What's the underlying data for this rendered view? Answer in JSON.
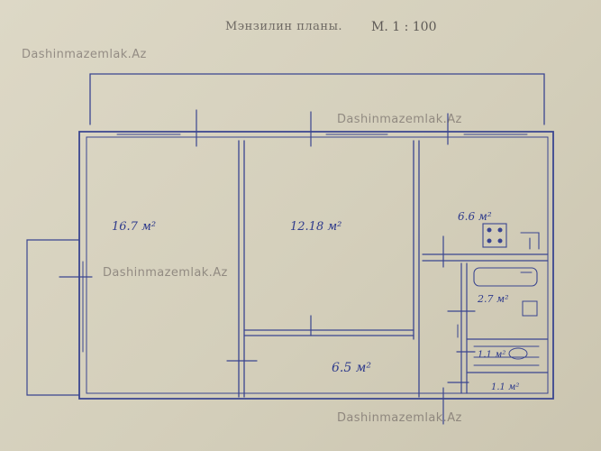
{
  "header": {
    "title": "Мэнзилин планы.",
    "scale": "М. 1 : 100"
  },
  "watermarks": [
    "Dashinmazemlak.Az",
    "Dashinmazemlak.Az",
    "Dashinmazemlak.Az",
    "Dashinmazemlak.Az"
  ],
  "rooms": {
    "room1_area": "16.7 м²",
    "room2_area": "12.18 м²",
    "kitchen_area": "6.6 м²",
    "bathroom_area": "2.7 м²",
    "toilet_area": "1.1 м²",
    "storage_area": "1.1 м²",
    "hall_area": "6.5 м²"
  },
  "colors": {
    "ink": "#3a4590",
    "paper": "#d8d2bf",
    "watermark": "#5a5050"
  }
}
